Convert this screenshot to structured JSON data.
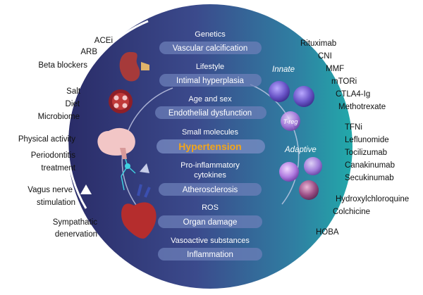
{
  "left_labels": {
    "acei": "ACEi",
    "arb": "ARB",
    "beta_blockers": "Beta blockers",
    "salt": "Salt",
    "diet": "Diet",
    "microbiome": "Microbiome",
    "physical_activity": "Physical activity",
    "periodontitis": "Periodontitis",
    "periodontitis_2": "treatment",
    "vagus": "Vagus nerve",
    "vagus_2": "stimulation",
    "sympathatic": "Sympathatic",
    "sympathatic_2": "denervation"
  },
  "right_labels": {
    "rituximab": "Rituximab",
    "cni": "CNI",
    "mmf": "MMF",
    "mtori": "mTORi",
    "ctla4": "CTLA4-Ig",
    "methotrexate": "Methotrexate",
    "tfni": "TFNi",
    "leflunomide": "Leflunomide",
    "tocilizumab": "Tocilizumab",
    "canakinumab": "Canakinumab",
    "secukinumab": "Secukinumab",
    "hydroxychloroquine": "Hydroxylchloroquine",
    "colchicine": "Colchicine",
    "hoba": "HOBA"
  },
  "circle": {
    "genetics": "Genetics",
    "vascular_calcification": "Vascular calcification",
    "lifestyle": "Lifestyle",
    "intimal_hyperplasia": "Intimal hyperplasia",
    "age_sex": "Age and sex",
    "endothelial_dysfunction": "Endothelial dysfunction",
    "small_molecules": "Small molecules",
    "hypertension": "Hypertension",
    "pro_inflammatory_1": "Pro-inflammatory",
    "pro_inflammatory_2": "cytokines",
    "atherosclerosis": "Atherosclerosis",
    "ros": "ROS",
    "organ_damage": "Organ damage",
    "vasoactive": "Vasoactive substances",
    "inflammation": "Inflammation",
    "innate": "Innate",
    "adaptive": "Adaptive",
    "treg": "T-reg"
  },
  "colors": {
    "circle_left": "#2b2f6e",
    "circle_mid": "#3a4a8a",
    "circle_right": "#1fa3a8",
    "pill": "#6c7fb8",
    "hypertension": "#f2a51a",
    "cell_purple": "#6a55c8"
  }
}
